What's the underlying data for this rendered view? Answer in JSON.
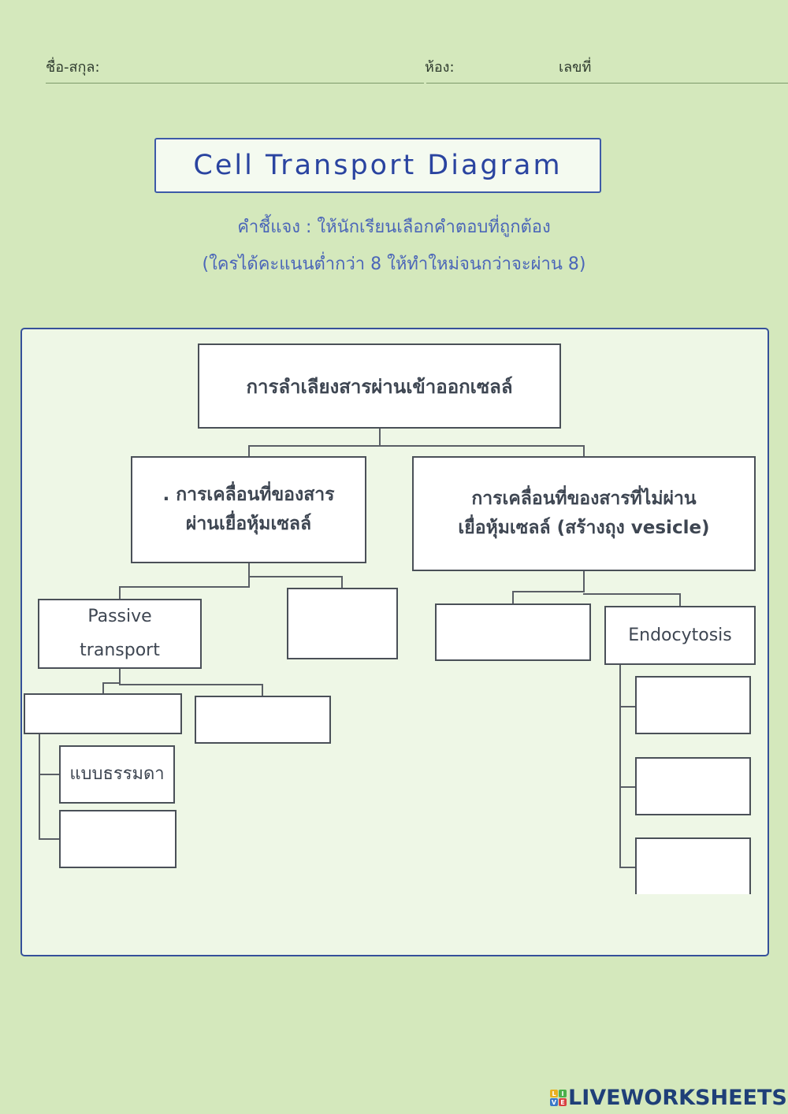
{
  "header": {
    "name_label": "ชื่อ-สกุล:",
    "room_label": "ห้อง:",
    "number_label": "เลขที่"
  },
  "title": "Cell Transport Diagram",
  "instructions": {
    "line1": "คำชี้แจง : ให้นักเรียนเลือกคำตอบที่ถูกต้อง",
    "line2": "(ใครได้คะแนนต่ำกว่า 8 ให้ทำใหม่จนกว่าจะผ่าน 8)"
  },
  "diagram": {
    "root": "การลำเลียงสารผ่านเข้าออกเซลล์",
    "left_branch": ". การเคลื่อนที่ของสาร\nผ่านเยื่อหุ้มเซลล์",
    "right_branch": "การเคลื่อนที่ของสารที่ไม่ผ่าน\nเยื่อหุ้มเซลล์ (สร้างถุง vesicle)",
    "passive": "Passive\ntransport",
    "active_blank": "",
    "diffusion_blank": "",
    "osmosis_blank": "",
    "simple": "แบบธรรมดา",
    "facilitated_blank": "",
    "exocytosis_blank": "",
    "endocytosis": "Endocytosis",
    "endo_sub1_blank": "",
    "endo_sub2_blank": "",
    "endo_sub3_blank": ""
  },
  "colors": {
    "page_bg": "#d4e8bc",
    "panel_bg": "#eef7e6",
    "panel_border": "#35509a",
    "title_color": "#2a44a0",
    "instruction_color": "#4b66b8",
    "node_border": "#4a5058",
    "node_text": "#3e4652"
  },
  "footer": {
    "logo_text": "LIVEWORKSHEETS",
    "logo_cells": [
      "L",
      "I",
      "V",
      "E"
    ]
  }
}
